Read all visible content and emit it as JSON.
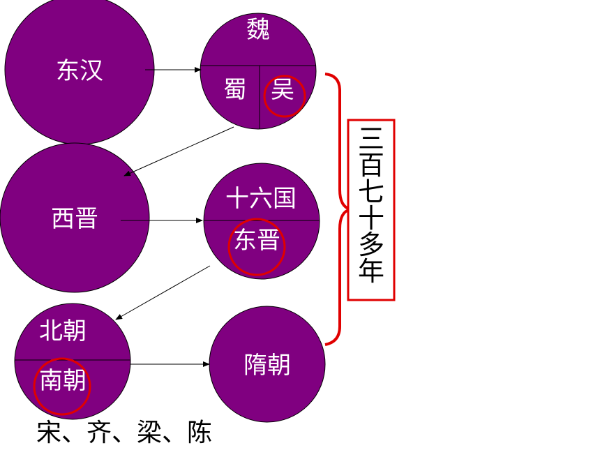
{
  "colors": {
    "circle_fill": "#800080",
    "circle_stroke": "#000000",
    "highlight": "#e00000",
    "label_text": "#ffffff"
  },
  "nodes": {
    "donghan": "东汉",
    "wei": "魏",
    "shu": "蜀",
    "wu": "吴",
    "xijin": "西晋",
    "shiliuguo": "十六国",
    "dongjin": "东晋",
    "beichao": "北朝",
    "nanchao": "南朝",
    "suichao": "隋朝"
  },
  "caption": "宋、齐、梁、陈",
  "span_label_chars": [
    "三",
    "百",
    "七",
    "十",
    "多",
    "年"
  ]
}
